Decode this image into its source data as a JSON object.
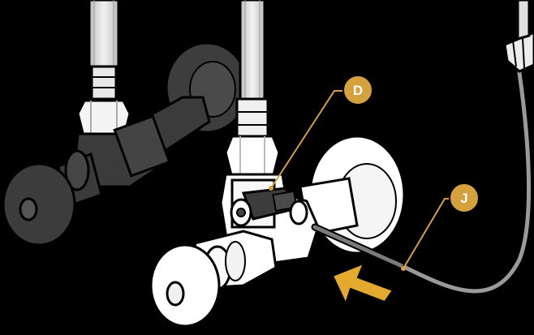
{
  "diagram": {
    "callouts": [
      {
        "id": "D",
        "label": "D"
      },
      {
        "id": "J",
        "label": "J"
      }
    ]
  },
  "colors": {
    "background": "#000000",
    "callout_gold": "#d4a13c",
    "arrow_gold": "#e3aa2d",
    "valve_white": "#ffffff",
    "valve_dark": "#3a3a3a",
    "outline": "#000000"
  }
}
